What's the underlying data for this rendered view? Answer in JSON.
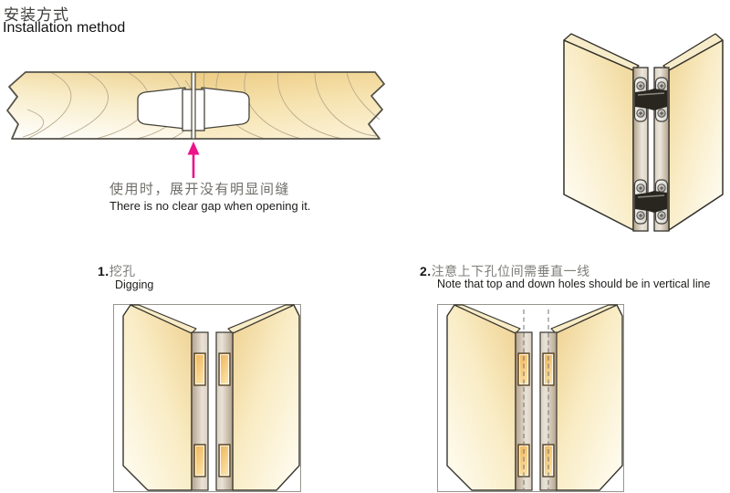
{
  "header": {
    "title_zh": "安装方式",
    "title_en": "Installation method"
  },
  "gap_note": {
    "zh": "使用时，展开没有明显间缝",
    "en": "There is no clear gap when opening it."
  },
  "steps": [
    {
      "number": "1.",
      "title_zh": "挖孔",
      "title_en": "Digging"
    },
    {
      "number": "2.",
      "title_zh": "注意上下孔位间需垂直一线",
      "title_en": "Note that top and down holes should be in vertical line"
    }
  ],
  "colors": {
    "arrow_accent": "#ec138a",
    "wood_tan": "#eed08a",
    "wood_light": "#fffdf5",
    "outline": "#3b382f",
    "hole_orange": "#f2b85c"
  }
}
